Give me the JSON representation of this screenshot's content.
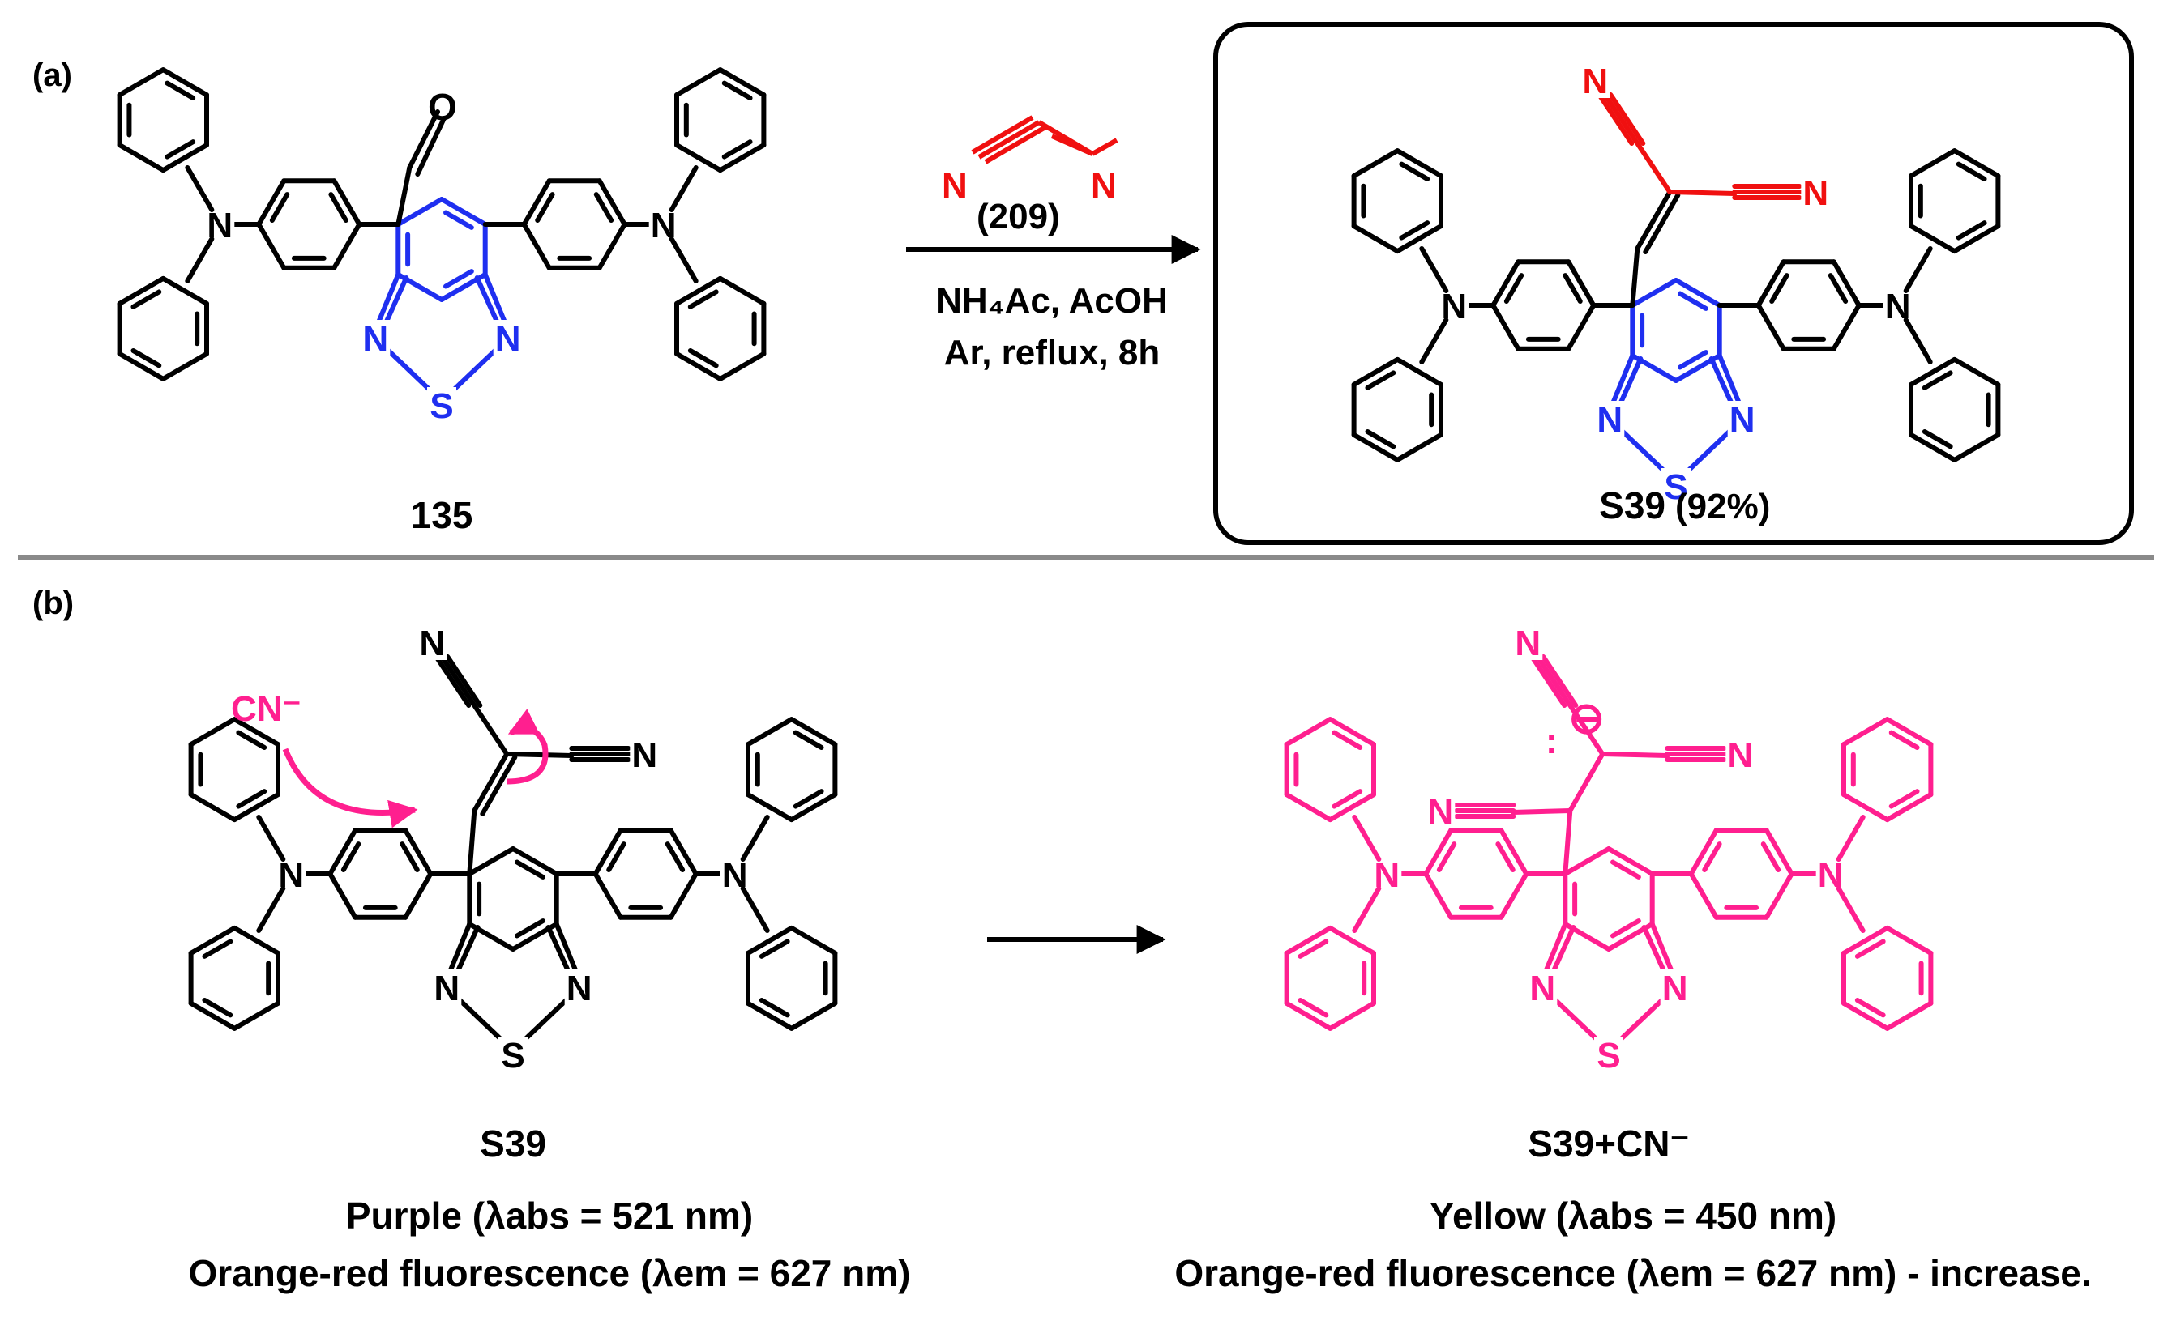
{
  "panel_a": {
    "label": "(a)",
    "reactant_id": "135",
    "aldehyde_o": "O",
    "reagent_id": "(209)",
    "conditions_line1": "NH₄Ac, AcOH",
    "conditions_line2": "Ar, reflux, 8h",
    "product_id": "S39",
    "product_yield": "(92%)"
  },
  "panel_b": {
    "label": "(b)",
    "cyanide": "CN⁻",
    "reactant_id": "S39",
    "product_id": "S39+CN⁻",
    "reactant_line1": "Purple (λabs = 521 nm)",
    "reactant_line2": "Orange-red fluorescence  (λem = 627 nm)",
    "product_line1": "Yellow (λabs = 450 nm)",
    "product_line2": "Orange-red fluorescence  (λem = 627 nm) - increase.",
    "anion_charge": "⊖",
    "lone_pair": ":"
  },
  "atoms": {
    "N": "N",
    "S": "S"
  },
  "colors": {
    "black": "#000000",
    "blue": "#1f2ff0",
    "red": "#f01010",
    "magenta": "#ff1f8f",
    "divider": "#8a8a8a",
    "box": "#000000"
  }
}
